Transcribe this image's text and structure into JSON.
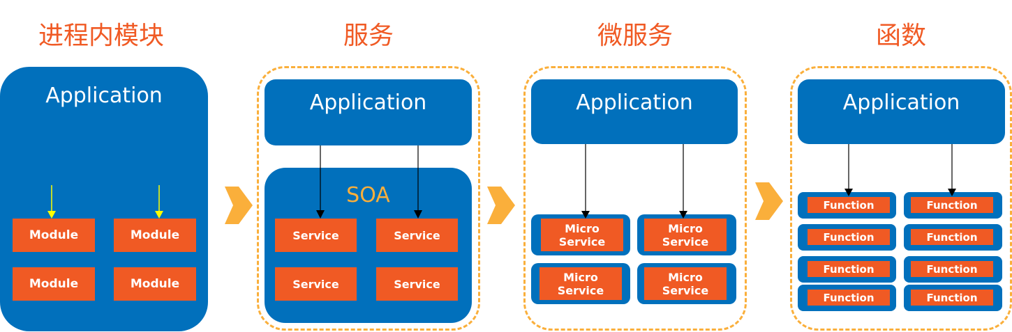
{
  "colors": {
    "title": "#f05a24",
    "container_blue": "#0170bc",
    "component_orange": "#f05a24",
    "dashed_border": "#faaf3b",
    "transition_arrow": "#faaf3b",
    "soa_label": "#faaf3b",
    "module_arrow": "#ffff00",
    "connector_arrow": "#000000"
  },
  "stages": [
    {
      "title": "进程内模块",
      "application_label": "Application",
      "components": [
        "Module",
        "Module",
        "Module",
        "Module"
      ]
    },
    {
      "title": "服务",
      "application_label": "Application",
      "group_label": "SOA",
      "components": [
        "Service",
        "Service",
        "Service",
        "Service"
      ]
    },
    {
      "title": "微服务",
      "application_label": "Application",
      "components": [
        "Micro Service",
        "Micro Service",
        "Micro Service",
        "Micro Service"
      ]
    },
    {
      "title": "函数",
      "application_label": "Application",
      "components": [
        "Function",
        "Function",
        "Function",
        "Function",
        "Function",
        "Function",
        "Function",
        "Function"
      ]
    }
  ],
  "transition_icon": "chevron-right-arrow"
}
